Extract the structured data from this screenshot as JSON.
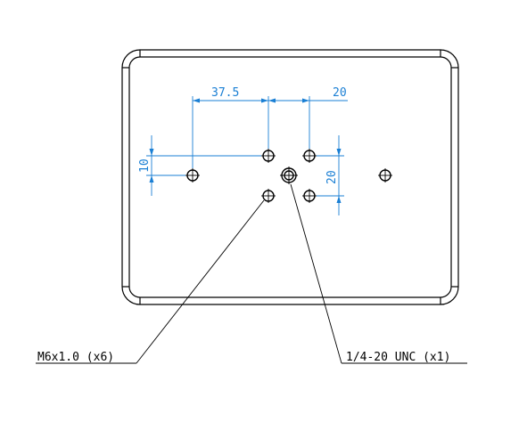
{
  "dimensions": {
    "horizontal_spacing": "37.5",
    "horizontal_offset": "20",
    "vertical_offset": "10",
    "vertical_spacing": "20"
  },
  "callouts": {
    "metric_holes": "M6x1.0 (x6)",
    "imperial_hole": "1/4-20 UNC (x1)"
  },
  "colors": {
    "dimension": "#1a7fd4",
    "outline": "#000000"
  }
}
